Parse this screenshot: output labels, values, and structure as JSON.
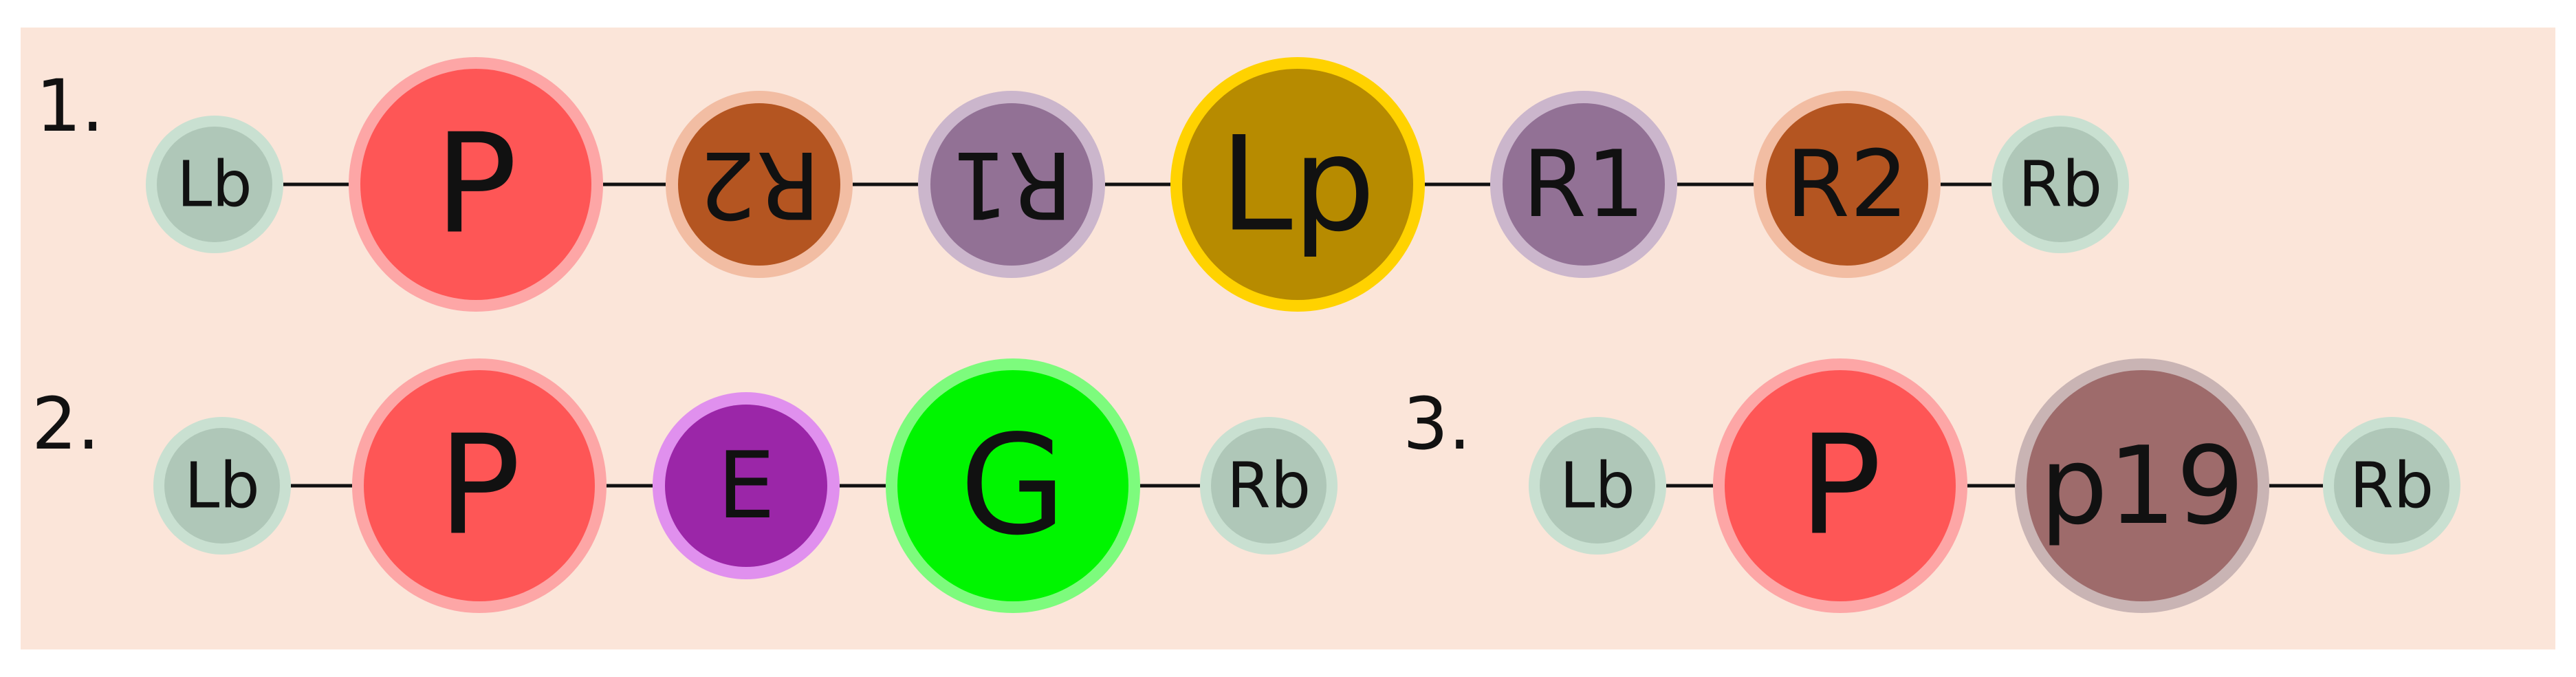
{
  "colors": {
    "panel_background": "#fbe5d9",
    "connector": "#111111",
    "Lb": {
      "fill": "#afc7b8",
      "ring": "#c9e0d1"
    },
    "Rb": {
      "fill": "#afc7b8",
      "ring": "#c9e0d1"
    },
    "P": {
      "fill": "#fe5656",
      "ring": "#fda6a6"
    },
    "R2": {
      "fill": "#b45521",
      "ring": "#f2bda3"
    },
    "R1": {
      "fill": "#927195",
      "ring": "#cbb6cc"
    },
    "Lp": {
      "fill": "#b78b00",
      "ring": "#ffd200"
    },
    "E": {
      "fill": "#9b26a8",
      "ring": "#e090ee"
    },
    "G": {
      "fill": "#00f500",
      "ring": "#7dfb7d"
    },
    "p19": {
      "fill": "#9e6b6b",
      "ring": "#c9b4b4"
    }
  },
  "constructs": [
    {
      "label": "1.",
      "nodes": [
        {
          "text": "Lb",
          "type": "Lb",
          "size": "small",
          "flipped": false
        },
        {
          "text": "P",
          "type": "P",
          "size": "large",
          "flipped": false
        },
        {
          "text": "R2",
          "type": "R2",
          "size": "medium",
          "flipped": true
        },
        {
          "text": "R1",
          "type": "R1",
          "size": "medium",
          "flipped": true
        },
        {
          "text": "Lp",
          "type": "Lp",
          "size": "large",
          "flipped": false
        },
        {
          "text": "R1",
          "type": "R1",
          "size": "medium",
          "flipped": false
        },
        {
          "text": "R2",
          "type": "R2",
          "size": "medium",
          "flipped": false
        },
        {
          "text": "Rb",
          "type": "Rb",
          "size": "small",
          "flipped": false
        }
      ]
    },
    {
      "label": "2.",
      "nodes": [
        {
          "text": "Lb",
          "type": "Lb",
          "size": "small",
          "flipped": false
        },
        {
          "text": "P",
          "type": "P",
          "size": "large",
          "flipped": false
        },
        {
          "text": "E",
          "type": "E",
          "size": "medium",
          "flipped": false
        },
        {
          "text": "G",
          "type": "G",
          "size": "large",
          "flipped": false
        },
        {
          "text": "Rb",
          "type": "Rb",
          "size": "small",
          "flipped": false
        }
      ]
    },
    {
      "label": "3.",
      "nodes": [
        {
          "text": "Lb",
          "type": "Lb",
          "size": "small",
          "flipped": false
        },
        {
          "text": "P",
          "type": "P",
          "size": "large",
          "flipped": false
        },
        {
          "text": "p19",
          "type": "p19",
          "size": "large",
          "flipped": false
        },
        {
          "text": "Rb",
          "type": "Rb",
          "size": "small",
          "flipped": false
        }
      ]
    }
  ]
}
